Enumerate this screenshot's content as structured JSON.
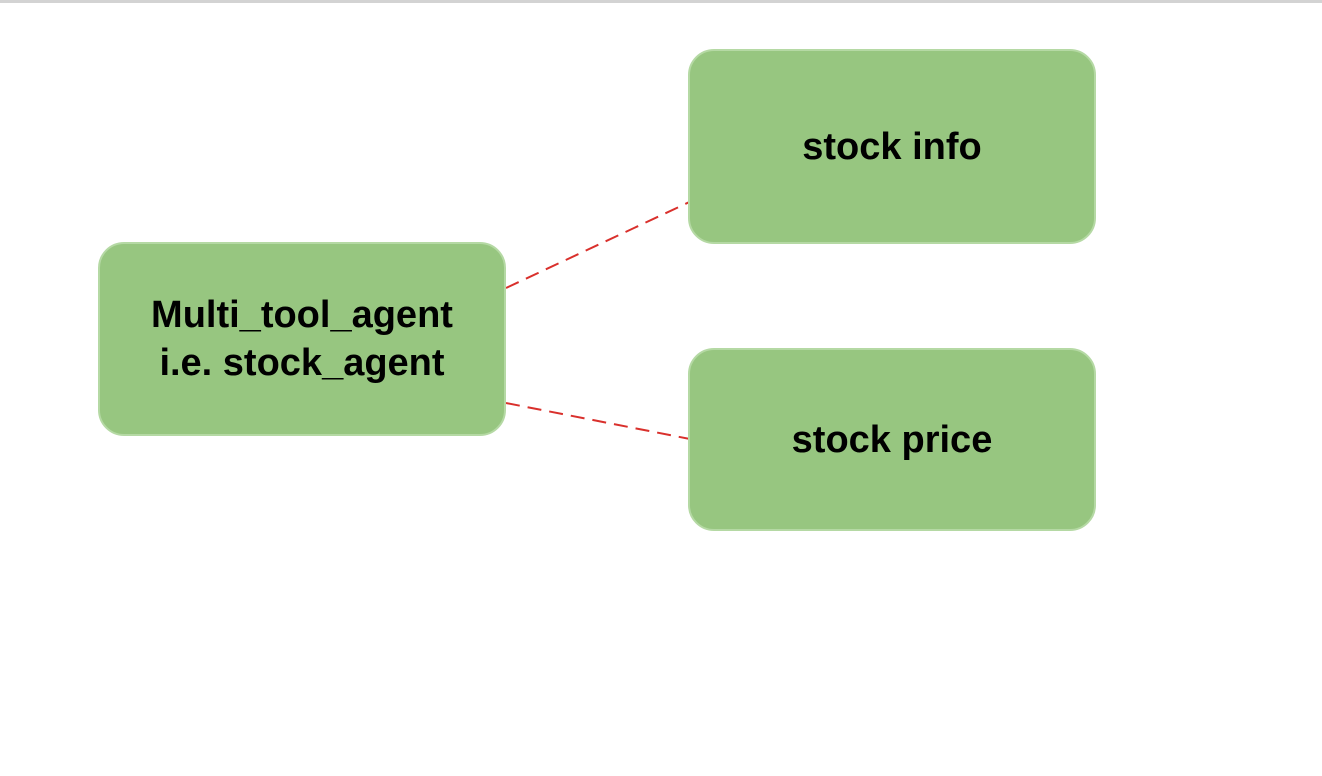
{
  "diagram": {
    "nodes": {
      "main": {
        "line1": "Multi_tool_agent",
        "line2": "i.e. stock_agent"
      },
      "info": {
        "label": "stock info"
      },
      "price": {
        "label": "stock price"
      }
    },
    "edges": [
      {
        "from": "main",
        "to": "info",
        "style": "dashed"
      },
      {
        "from": "main",
        "to": "price",
        "style": "dashed"
      }
    ],
    "colors": {
      "node_fill": "#97c680",
      "node_border": "#b5d9a4",
      "edge": "#d9302c",
      "text": "#000000"
    }
  }
}
